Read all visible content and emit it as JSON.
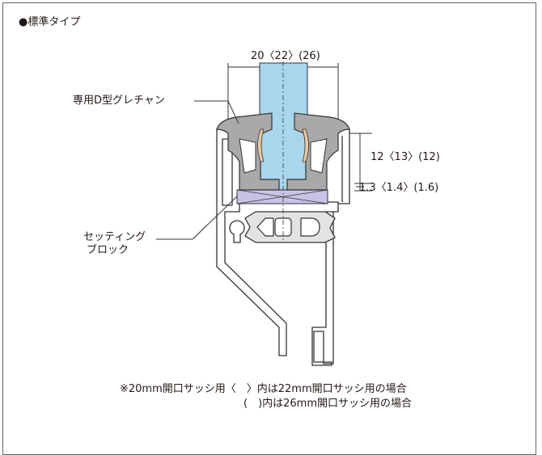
{
  "title": "●標準タイプ",
  "labels": {
    "width": "20〈22〉(26)",
    "gasket": "専用D型グレチャン",
    "height1": "12〈13〉(12)",
    "height2": "1.3〈1.4〉(1.6)",
    "block_line1": "セッティング",
    "block_line2": "ブロック"
  },
  "notes": {
    "line1": "※20mm開口サッシ用〈　〉内は22mm開口サッシ用の場合",
    "line2": "(　)内は26mm開口サッシ用の場合"
  },
  "colors": {
    "glass": "#a9d6ec",
    "gasket": "#a9a9a9",
    "block": "#c9c2e6",
    "frame_fill": "#e3e3e3",
    "sealant": "#e9c9a0"
  }
}
